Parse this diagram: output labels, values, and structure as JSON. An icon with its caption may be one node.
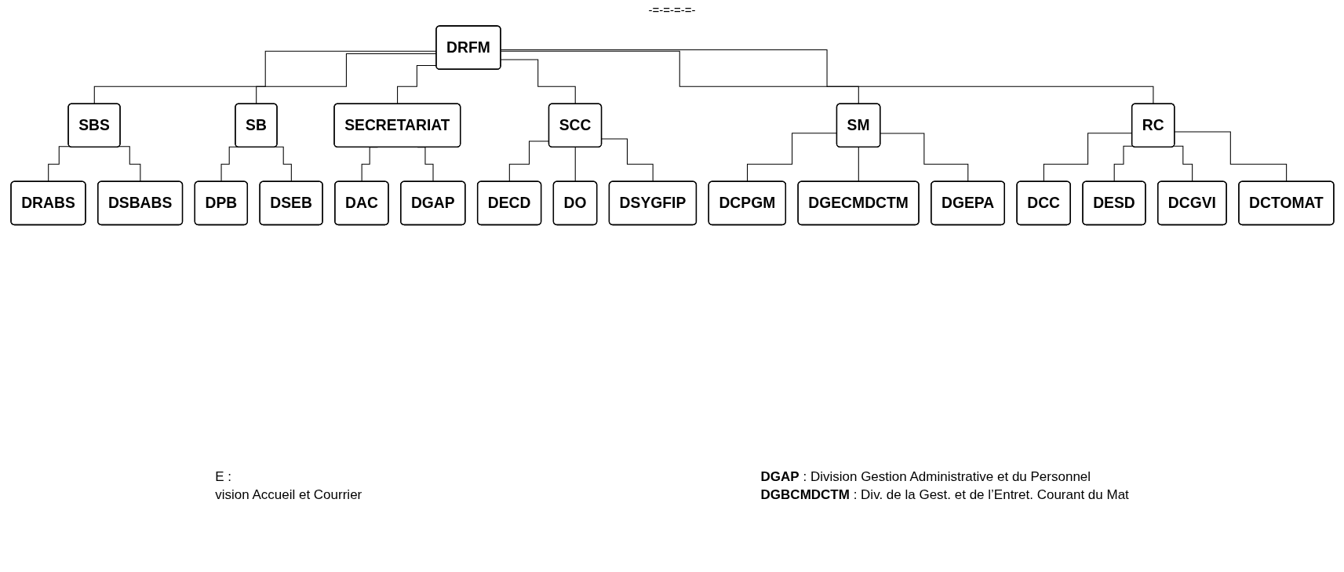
{
  "diagram": {
    "nodes": [
      {
        "text": [
          "DRFM"
        ]
      },
      {
        "text": [
          "SBS"
        ]
      },
      {
        "text": [
          "SB"
        ]
      },
      {
        "text": [
          "SECRETARIAT"
        ]
      },
      {
        "text": [
          "SCC"
        ]
      },
      {
        "text": [
          "SM"
        ]
      },
      {
        "text": [
          "RC"
        ]
      },
      {
        "text": [
          "DRABS"
        ]
      },
      {
        "text": [
          "DSBABS"
        ]
      },
      {
        "text": [
          "DPB"
        ]
      },
      {
        "text": [
          "DSEB"
        ]
      },
      {
        "text": [
          "DAC"
        ]
      },
      {
        "text": [
          "DGAP"
        ]
      },
      {
        "text": [
          "DECD"
        ]
      },
      {
        "text": [
          "DO"
        ]
      },
      {
        "text": [
          "DSYGFIP"
        ]
      },
      {
        "text": [
          "DCPGM"
        ]
      },
      {
        "text": [
          "DGECMDCTM"
        ]
      },
      {
        "text": [
          "DGEPA"
        ]
      },
      {
        "text": [
          "DCC"
        ]
      },
      {
        "text": [
          "DESD"
        ]
      },
      {
        "text": [
          "DCGVI"
        ]
      },
      {
        "text": [
          "DCTOMAT"
        ]
      }
    ],
    "edges": [
      {
        "from": 0,
        "to": 1,
        "arrow": "none"
      },
      {
        "from": 0,
        "to": 2,
        "arrow": "none"
      },
      {
        "from": 0,
        "to": 3,
        "arrow": "none"
      },
      {
        "from": 0,
        "to": 4,
        "arrow": "none"
      },
      {
        "from": 0,
        "to": 5,
        "arrow": "none"
      },
      {
        "from": 0,
        "to": 6,
        "arrow": "none"
      },
      {
        "from": 1,
        "to": 7,
        "arrow": "none"
      },
      {
        "from": 1,
        "to": 8,
        "arrow": "none"
      },
      {
        "from": 2,
        "to": 9,
        "arrow": "none"
      },
      {
        "from": 2,
        "to": 10,
        "arrow": "none"
      },
      {
        "from": 3,
        "to": 11,
        "arrow": "none"
      },
      {
        "from": 3,
        "to": 12,
        "arrow": "none"
      },
      {
        "from": 4,
        "to": 13,
        "arrow": "none"
      },
      {
        "from": 4,
        "to": 14,
        "arrow": "none"
      },
      {
        "from": 4,
        "to": 15,
        "arrow": "none"
      },
      {
        "from": 5,
        "to": 16,
        "arrow": "none"
      },
      {
        "from": 5,
        "to": 17,
        "arrow": "none"
      },
      {
        "from": 5,
        "to": 18,
        "arrow": "none"
      },
      {
        "from": 6,
        "to": 19,
        "arrow": "none"
      },
      {
        "from": 6,
        "to": 20,
        "arrow": "none"
      },
      {
        "from": 6,
        "to": 21,
        "arrow": "none"
      },
      {
        "from": 6,
        "to": 22,
        "arrow": "none"
      }
    ],
    "labels": [
      "-=-=-=-=-",
      "E :",
      "vision Accueil et Courrier",
      "**DGAP** : Division Gestion Administrative et du Personnel",
      "**DGBCMDCTM** : Div. de la Gest. et de l’Entret. Courant du Mat"
    ]
  }
}
